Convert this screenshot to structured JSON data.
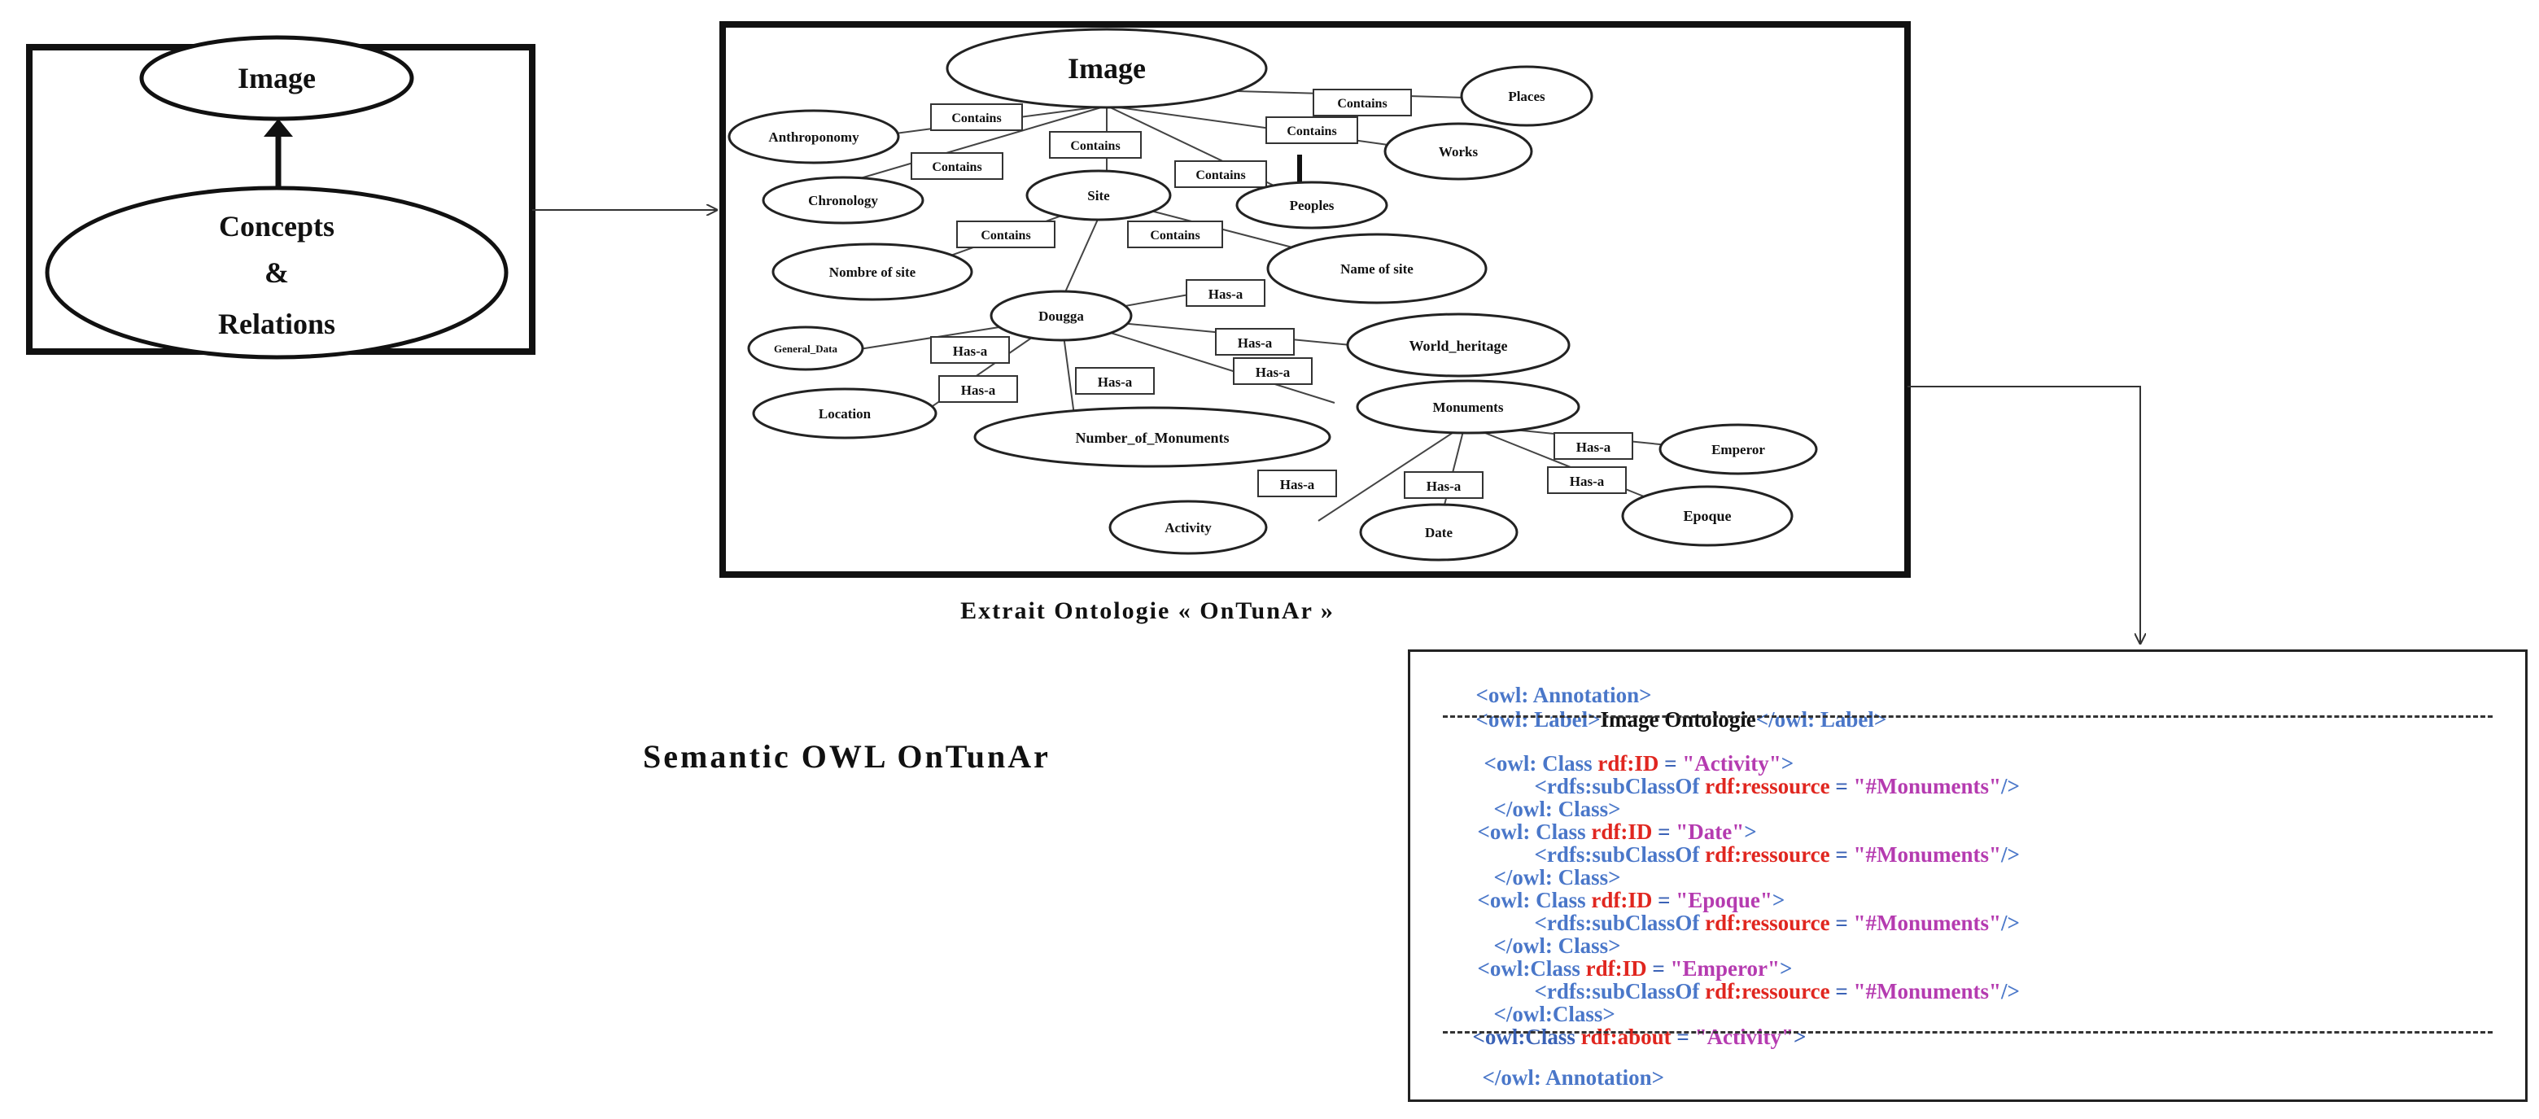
{
  "left_box": {
    "top_node": "Image",
    "bottom_node": [
      "Concepts",
      "&",
      "Relations"
    ]
  },
  "ontology": {
    "nodes": {
      "image": "Image",
      "places": "Places",
      "works": "Works",
      "anthroponomy": "Anthroponomy",
      "chronology": "Chronology",
      "site": "Site",
      "peoples": "Peoples",
      "nombre_of_site": "Nombre of site",
      "name_of_site": "Name of site",
      "dougga": "Dougga",
      "world_heritage": "World_heritage",
      "general_data": "General_Data",
      "location": "Location",
      "number_of_monuments": "Number_of_Monuments",
      "monuments": "Monuments",
      "emperor": "Emperor",
      "activity": "Activity",
      "date": "Date",
      "epoque": "Epoque"
    },
    "relations": {
      "contains": "Contains",
      "has_a": "Has-a"
    }
  },
  "captions": {
    "extract": "Extrait Ontologie  « OnTunAr »",
    "semantic": "Semantic OWL OnTunAr"
  },
  "owl": {
    "annotation_open": "<owl: Annotation>",
    "label_open": "<owl: Label>",
    "label_text": "Image Ontologie",
    "label_close": "</owl: Label>",
    "class_open": "<owl: Class ",
    "class_open_compact": "<owl:Class ",
    "rdf_id": "rdf:ID",
    "rdf_about": "rdf:about",
    "equals": " = ",
    "subclass_open": "<rdfs:subClassOf ",
    "rdf_resource": "rdf:ressource",
    "monuments_ref": "\"#Monuments\"",
    "self_close": "/>",
    "tag_end": ">",
    "class_close": "</owl: Class>",
    "class_close_compact": "</owl:Class>",
    "annotation_close": "</owl: Annotation>",
    "activity": "\"Activity\"",
    "date": "\"Date\"",
    "epoque": "\"Epoque\"",
    "emperor": "\"Emperor\""
  }
}
